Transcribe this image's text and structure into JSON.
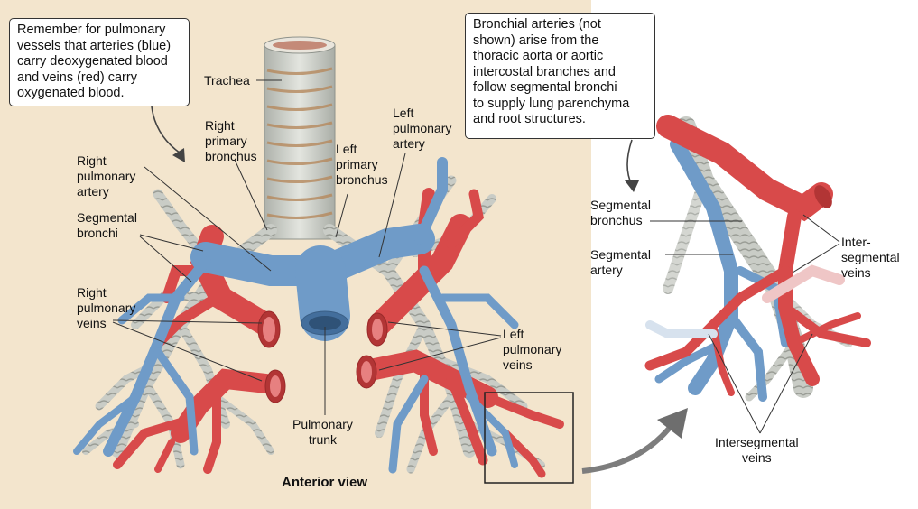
{
  "colors": {
    "artery_blue": "#6f9bc8",
    "vein_red": "#d84a4a",
    "background_tan": "#f3e5cd",
    "cartilage_gray": "#c9ccc6"
  },
  "callouts": {
    "left_note": [
      "Remember for pulmonary",
      "vessels that arteries (blue)",
      "carry deoxygenated blood",
      "and veins (red) carry",
      "oxygenated blood."
    ],
    "right_note": [
      "Bronchial arteries (not",
      "shown) arise from the",
      "thoracic aorta or aortic",
      "intercostal branches and",
      "follow segmental bronchi",
      "to supply lung parenchyma",
      "and root structures."
    ]
  },
  "labels": {
    "trachea": "Trachea",
    "right_primary_bronchus": [
      "Right",
      "primary",
      "bronchus"
    ],
    "left_primary_bronchus": [
      "Left",
      "primary",
      "bronchus"
    ],
    "left_pulmonary_artery": [
      "Left",
      "pulmonary",
      "artery"
    ],
    "right_pulmonary_artery": [
      "Right",
      "pulmonary",
      "artery"
    ],
    "segmental_bronchi": [
      "Segmental",
      "bronchi"
    ],
    "right_pulmonary_veins": [
      "Right",
      "pulmonary",
      "veins"
    ],
    "left_pulmonary_veins": [
      "Left",
      "pulmonary",
      "veins"
    ],
    "pulmonary_trunk": [
      "Pulmonary",
      "trunk"
    ],
    "segmental_bronchus": [
      "Segmental",
      "bronchus"
    ],
    "segmental_artery": [
      "Segmental",
      "artery"
    ],
    "intersegmental_veins_top": [
      "Inter-",
      "segmental",
      "veins"
    ],
    "intersegmental_veins_bottom": [
      "Intersegmental",
      "veins"
    ]
  },
  "view_caption": "Anterior view"
}
